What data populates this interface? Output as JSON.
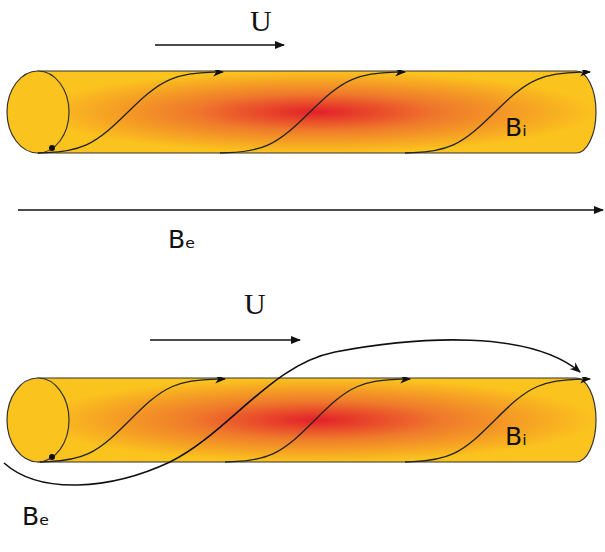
{
  "diagram": {
    "nodes": [
      {
        "text": [
          "Bᵢ"
        ]
      },
      {
        "text": [
          "Bᵢ"
        ]
      }
    ],
    "labels": [
      "U",
      "Bₑ",
      "U",
      "Bₑ"
    ]
  }
}
